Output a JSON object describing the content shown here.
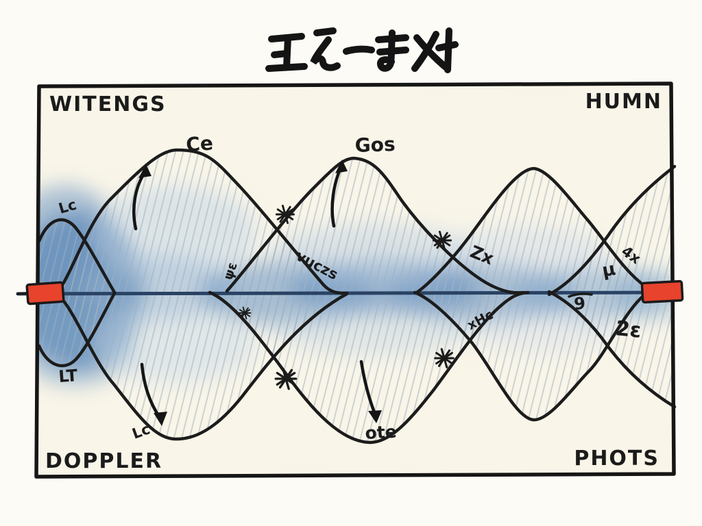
{
  "title": {
    "text": "正えーま刈"
  },
  "corner_labels": {
    "top_left": "WITENGS",
    "top_right": "HUMN",
    "bottom_left": "DOPPLER",
    "bottom_right": "PHOTS"
  },
  "wave_labels": {
    "upper_peak_1": "Ce",
    "upper_peak_2": "Gos",
    "left_upper_hump": "Lc",
    "left_lower_hump": "LT",
    "lower_trough_1": "Lc",
    "lower_trough_2": "ote",
    "flank_upper_mid": "vuczs",
    "flank_rotated_small": "ψε",
    "flank_upper_right": "Zx",
    "flank_lower_right": "xHc",
    "flank_far_right_upper": "4x",
    "squiggle_right": "μ",
    "axis_number_right": "9",
    "flank_far_right_lower": "2ε"
  },
  "markers": {
    "asterisk_count": 5,
    "red_endpoint_count": 2,
    "up_arrow_count": 2,
    "down_arrow_count": 2
  },
  "colors": {
    "background": "#fcfbf5",
    "frame_fill": "#f9f5e8",
    "ink": "#1b1b1b",
    "axis_blue": "#2a4263",
    "wash_blue": "#5f8cbc",
    "hatch_gray": "#9fb0bf",
    "marker_red": "#e8432c"
  }
}
